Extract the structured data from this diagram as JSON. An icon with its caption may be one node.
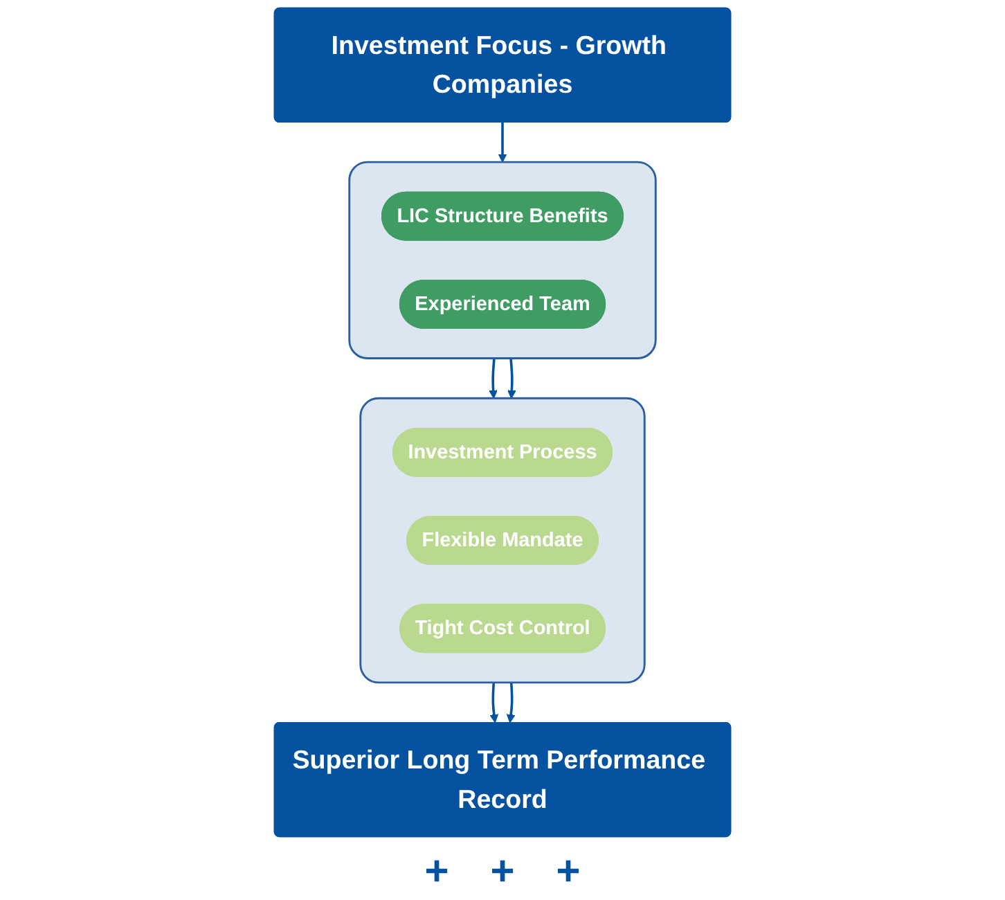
{
  "diagram": {
    "nodes": [
      {
        "text": [
          "Investment Focus - Growth Companies"
        ]
      },
      {
        "text": [],
        "shape": "box"
      },
      {
        "text": [
          "LIC Structure Benefits"
        ],
        "in": 1
      },
      {
        "text": [
          "Experienced Team"
        ],
        "in": 1
      },
      {
        "text": [],
        "shape": "box"
      },
      {
        "text": [
          "Investment Process"
        ],
        "in": 4
      },
      {
        "text": [
          "Flexible Mandate"
        ],
        "in": 4
      },
      {
        "text": [
          "Tight Cost Control"
        ],
        "in": 4
      },
      {
        "text": [
          "Superior Long Term Performance Record"
        ]
      }
    ],
    "edges": [
      {
        "from": 0,
        "to": 1,
        "arrow": "to"
      },
      {
        "from": 1,
        "to": 4,
        "arrow": "to"
      },
      {
        "from": 1,
        "to": 4,
        "arrow": "to"
      },
      {
        "from": 4,
        "to": 8,
        "arrow": "to"
      },
      {
        "from": 4,
        "to": 8,
        "arrow": "to"
      }
    ],
    "labels": [
      "+",
      "+",
      "+"
    ]
  }
}
